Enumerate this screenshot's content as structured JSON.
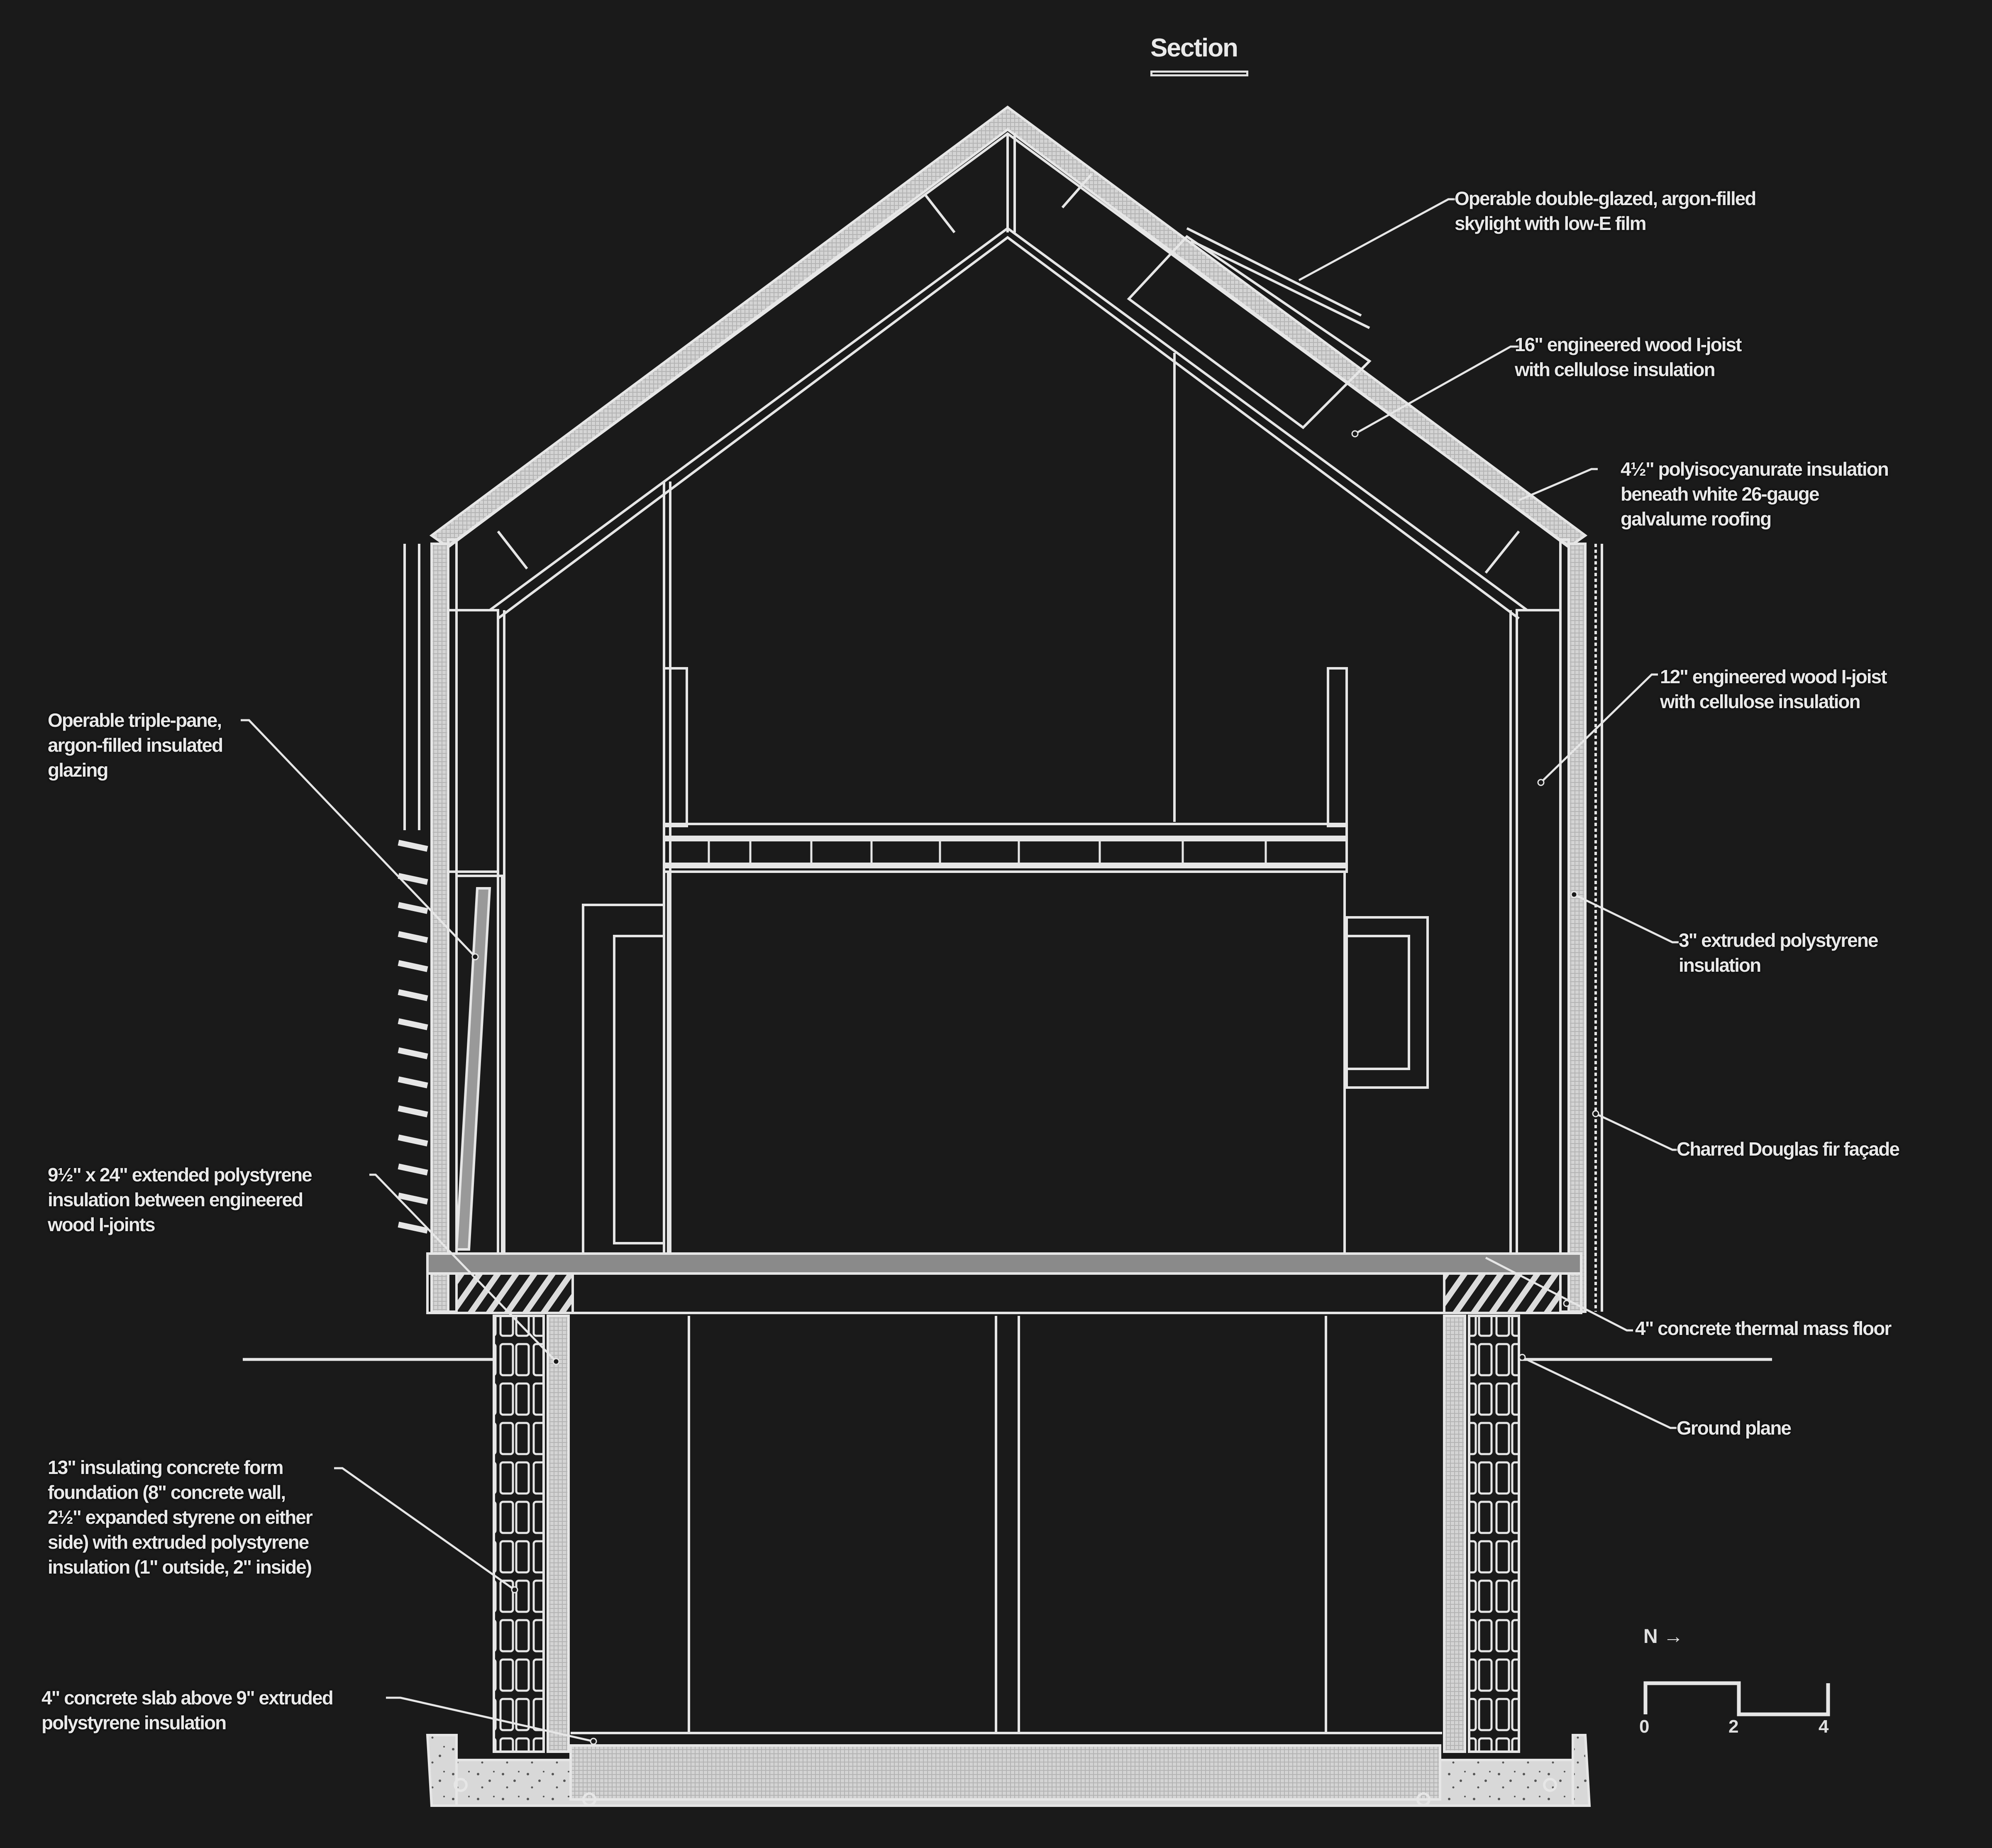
{
  "title": "Section",
  "colors": {
    "background": "#1a1a1a",
    "line": "#e6e6e6",
    "fill_light": "#cfcfcf",
    "fill_mid": "#8a8a8a"
  },
  "labels": {
    "skylight": "Operable double-glazed, argon-filled\nskylight with low-E film",
    "roof_joist": "16\" engineered wood I-joist\nwith cellulose insulation",
    "roof_insulation": "4½\" polyisocyanurate insulation\nbeneath white 26-gauge\ngalvalume roofing",
    "wall_joist": "12\" engineered wood I-joist\nwith cellulose insulation",
    "wall_xps": "3\" extruded polystyrene\ninsulation",
    "facade": "Charred Douglas fir façade",
    "thermal_floor": "4\" concrete thermal mass floor",
    "ground_plane": "Ground plane",
    "glazing": "Operable triple-pane,\nargon-filled insulated\nglazing",
    "floor_insulation": "9½\" x 24\" extended polystyrene\ninsulation between engineered\nwood I-joints",
    "icf_foundation": "13\" insulating concrete form\nfoundation (8\" concrete wall,\n2½\" expanded styrene on either\nside) with extruded polystyrene\ninsulation (1\" outside, 2\" inside)",
    "slab": "4\" concrete slab above 9\" extruded\npolystyrene insulation"
  },
  "north_arrow": {
    "label": "N",
    "glyph": "→"
  },
  "scale_bar": {
    "ticks": [
      "0",
      "2",
      "4"
    ]
  }
}
